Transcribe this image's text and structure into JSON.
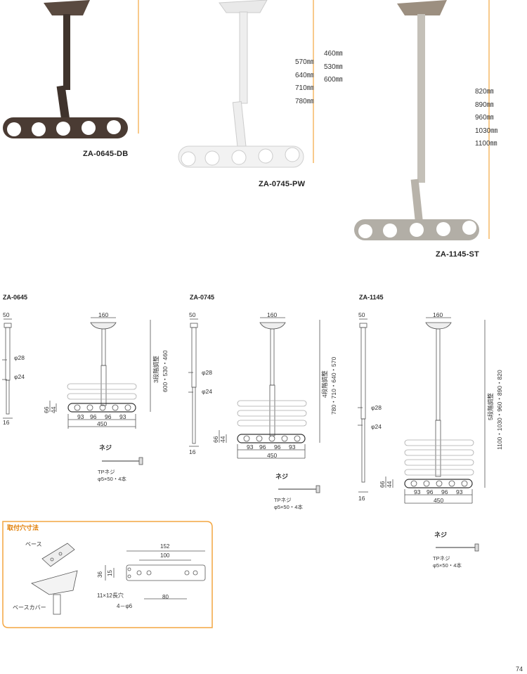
{
  "photos": [
    {
      "model": "ZA-0645-DB",
      "lengths": [
        "460㎜",
        "530㎜",
        "600㎜"
      ],
      "color": "#4a3b33"
    },
    {
      "model": "ZA-0745-PW",
      "lengths": [
        "570㎜",
        "640㎜",
        "710㎜",
        "780㎜"
      ],
      "color": "#efefef"
    },
    {
      "model": "ZA-1145-ST",
      "lengths": [
        "820㎜",
        "890㎜",
        "960㎜",
        "1030㎜",
        "1100㎜"
      ],
      "color": "#b2aea6"
    }
  ],
  "accent_color": "#f4a640",
  "drawings": [
    {
      "title": "ZA-0645",
      "base_w": "50",
      "phi1": "φ28",
      "phi2": "φ24",
      "bottom": "16",
      "top_w": "160",
      "adjust": "3段階調整",
      "adjust_values": "600・530・460",
      "h1": "66",
      "h2": "44",
      "spacing": [
        "93",
        "96",
        "96",
        "93"
      ],
      "width": "450",
      "screw_title": "ネジ",
      "screw_l1": "TPネジ",
      "screw_l2": "φ5×50・4本"
    },
    {
      "title": "ZA-0745",
      "base_w": "50",
      "phi1": "φ28",
      "phi2": "φ24",
      "bottom": "16",
      "top_w": "160",
      "adjust": "4段階調整",
      "adjust_values": "780・710・640・570",
      "h1": "66",
      "h2": "44",
      "spacing": [
        "93",
        "96",
        "96",
        "93"
      ],
      "width": "450",
      "screw_title": "ネジ",
      "screw_l1": "TPネジ",
      "screw_l2": "φ5×50・4本"
    },
    {
      "title": "ZA-1145",
      "base_w": "50",
      "phi1": "φ28",
      "phi2": "φ24",
      "bottom": "16",
      "top_w": "160",
      "adjust": "5段階調整",
      "adjust_values": "1100・1030・960・890・820",
      "h1": "66",
      "h2": "44",
      "spacing": [
        "93",
        "96",
        "96",
        "93"
      ],
      "width": "450",
      "screw_title": "ネジ",
      "screw_l1": "TPネジ",
      "screw_l2": "φ5×50・4本"
    }
  ],
  "mount": {
    "title": "取付穴寸法",
    "base_label": "ベース",
    "cover_label": "ベースカバー",
    "d152": "152",
    "d100": "100",
    "d36": "36",
    "d15": "15",
    "d80": "80",
    "slot": "11×12長穴",
    "holes": "4－φ6"
  },
  "page_number": "74"
}
